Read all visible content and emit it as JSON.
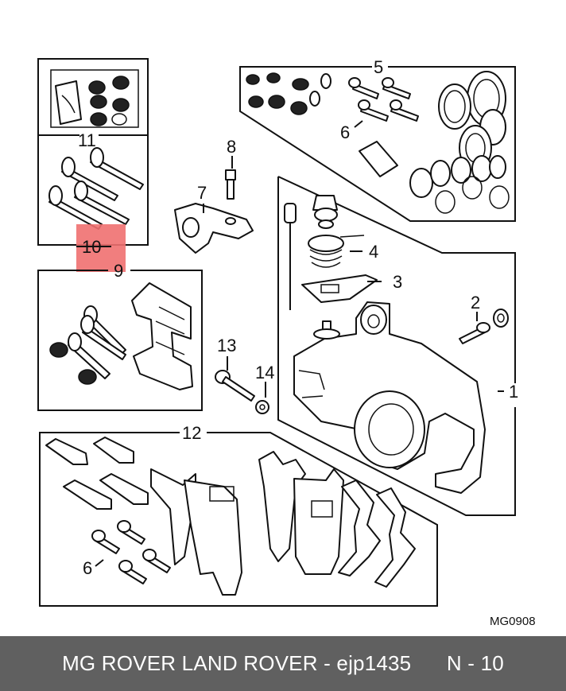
{
  "callouts": {
    "c1": "1",
    "c2": "2",
    "c3": "3",
    "c4": "4",
    "c5": "5",
    "c6a": "6",
    "c6b": "6",
    "c7": "7",
    "c8": "8",
    "c9": "9",
    "c10": "10",
    "c11": "11",
    "c12": "12",
    "c13": "13",
    "c14": "14"
  },
  "highlight_color": "#f07070",
  "diagram_code": "MG0908",
  "footer": {
    "text": "MG ROVER LAND ROVER - ejp1435",
    "page": "N - 10"
  }
}
